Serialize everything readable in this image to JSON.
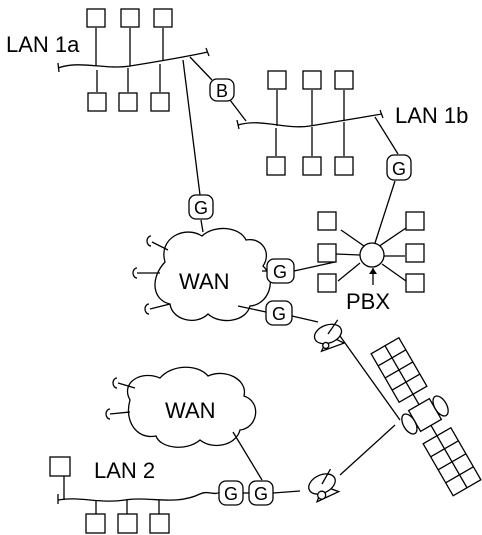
{
  "labels": {
    "lan1a": "LAN 1a",
    "lan1b": "LAN 1b",
    "lan2": "LAN 2",
    "wan_top": "WAN",
    "wan_bottom": "WAN",
    "pbx": "PBX"
  },
  "nodes": {
    "bridge": "B",
    "gateway_lan1a": "G",
    "gateway_lan1b": "G",
    "gateway_wan_pbx": "G",
    "gateway_wan_sat": "G",
    "gateway_lan2_a": "G",
    "gateway_lan2_b": "G"
  },
  "colors": {
    "stroke": "#000000",
    "background": "#ffffff"
  },
  "icons": [
    "terminal-box-icon",
    "telephone-icon",
    "satellite-dish-icon",
    "satellite-icon",
    "cloud-icon"
  ]
}
